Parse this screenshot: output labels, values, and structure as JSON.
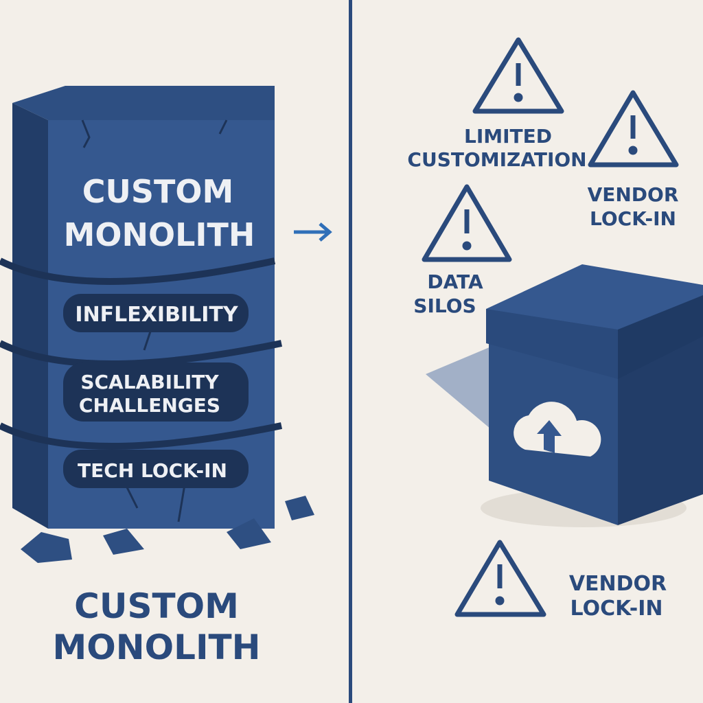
{
  "left": {
    "monolith_title_line1": "CUSTOM",
    "monolith_title_line2": "MONOLITH",
    "chains": [
      "INFLEXIBILITY",
      "SCALABILITY",
      "CHALLENGES",
      "TECH LOCK-IN"
    ],
    "caption_line1": "CUSTOM",
    "caption_line2": "MONOLITH"
  },
  "right": {
    "warnings": [
      {
        "line1": "LIMITED",
        "line2": "CUSTOMIZATION"
      },
      {
        "line1": "VENDOR",
        "line2": "LOCK-IN"
      },
      {
        "line1": "DATA",
        "line2": "SILOS"
      },
      {
        "line1": "VENDOR",
        "line2": "LOCK-IN"
      }
    ]
  },
  "colors": {
    "background": "#f3efe9",
    "navy": "#2a4a7c",
    "dark": "#1d3357"
  }
}
